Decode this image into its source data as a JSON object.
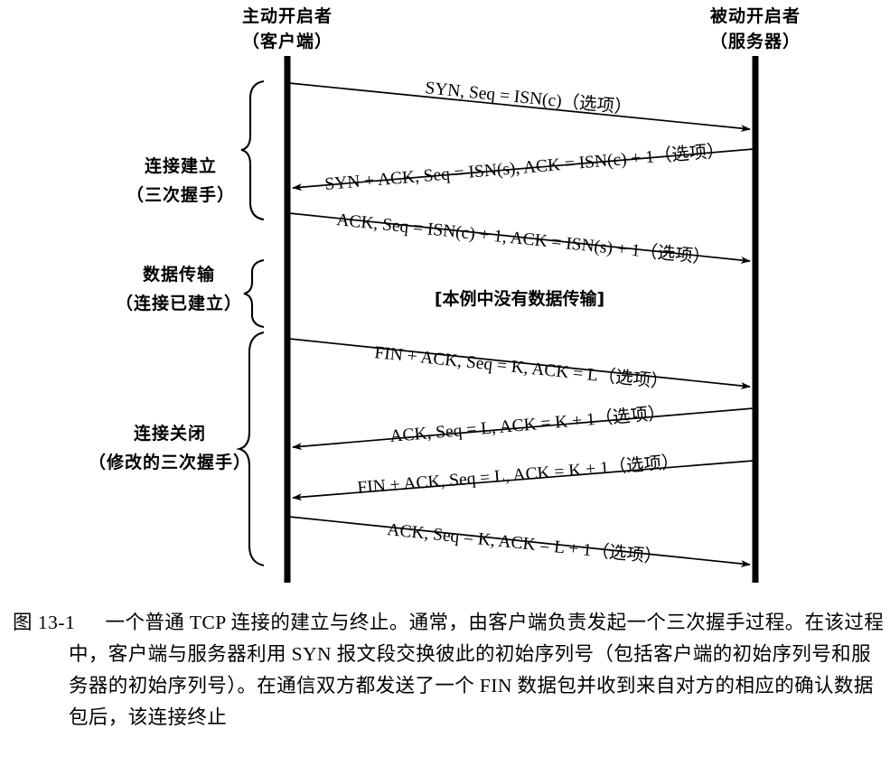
{
  "figure": {
    "columns": {
      "client": {
        "title": "主动开启者",
        "subtitle": "（客户端）"
      },
      "server": {
        "title": "被动开启者",
        "subtitle": "（服务器）"
      }
    },
    "phases": [
      {
        "id": "establish",
        "title": "连接建立",
        "subtitle": "（三次握手）"
      },
      {
        "id": "transfer",
        "title": "数据传输",
        "subtitle": "（连接已建立）"
      },
      {
        "id": "close",
        "title": "连接关闭",
        "subtitle": "（修改的三次握手）"
      }
    ],
    "messages": [
      {
        "id": "syn",
        "direction": "client-to-server",
        "text": "SYN, Seq = ISN(c)（选项）"
      },
      {
        "id": "syn-ack",
        "direction": "server-to-client",
        "text": "SYN + ACK, Seq = ISN(s), ACK = ISN(c) + 1（选项）"
      },
      {
        "id": "ack",
        "direction": "client-to-server",
        "text": "ACK, Seq = ISN(c) + 1, ACK = ISN(s) + 1（选项）"
      },
      {
        "id": "fin-ack-1",
        "direction": "client-to-server",
        "text": "FIN + ACK, Seq = K, ACK = L（选项）"
      },
      {
        "id": "ack-2",
        "direction": "server-to-client",
        "text": "ACK, Seq = L, ACK = K + 1（选项）"
      },
      {
        "id": "fin-ack-2",
        "direction": "server-to-client",
        "text": "FIN + ACK, Seq = L, ACK = K + 1（选项）"
      },
      {
        "id": "ack-3",
        "direction": "client-to-server",
        "text": "ACK, Seq = K, ACK = L + 1（选项）"
      }
    ],
    "no_data_note": "[本例中没有数据传输]"
  },
  "caption": {
    "tag": "图 13-1",
    "lines": [
      "一个普通 TCP 连接的建立与终止。通常，由客户端负责发起一个三次握手过程。在该过程",
      "中，客户端与服务器利用 SYN 报文段交换彼此的初始序列号（包括客户端的初始序列号和服",
      "务器的初始序列号）。在通信双方都发送了一个 FIN 数据包并收到来自对方的相应的确认数据",
      "包后，该连接终止"
    ]
  },
  "colors": {
    "ink": "#000000",
    "background": "#ffffff"
  }
}
